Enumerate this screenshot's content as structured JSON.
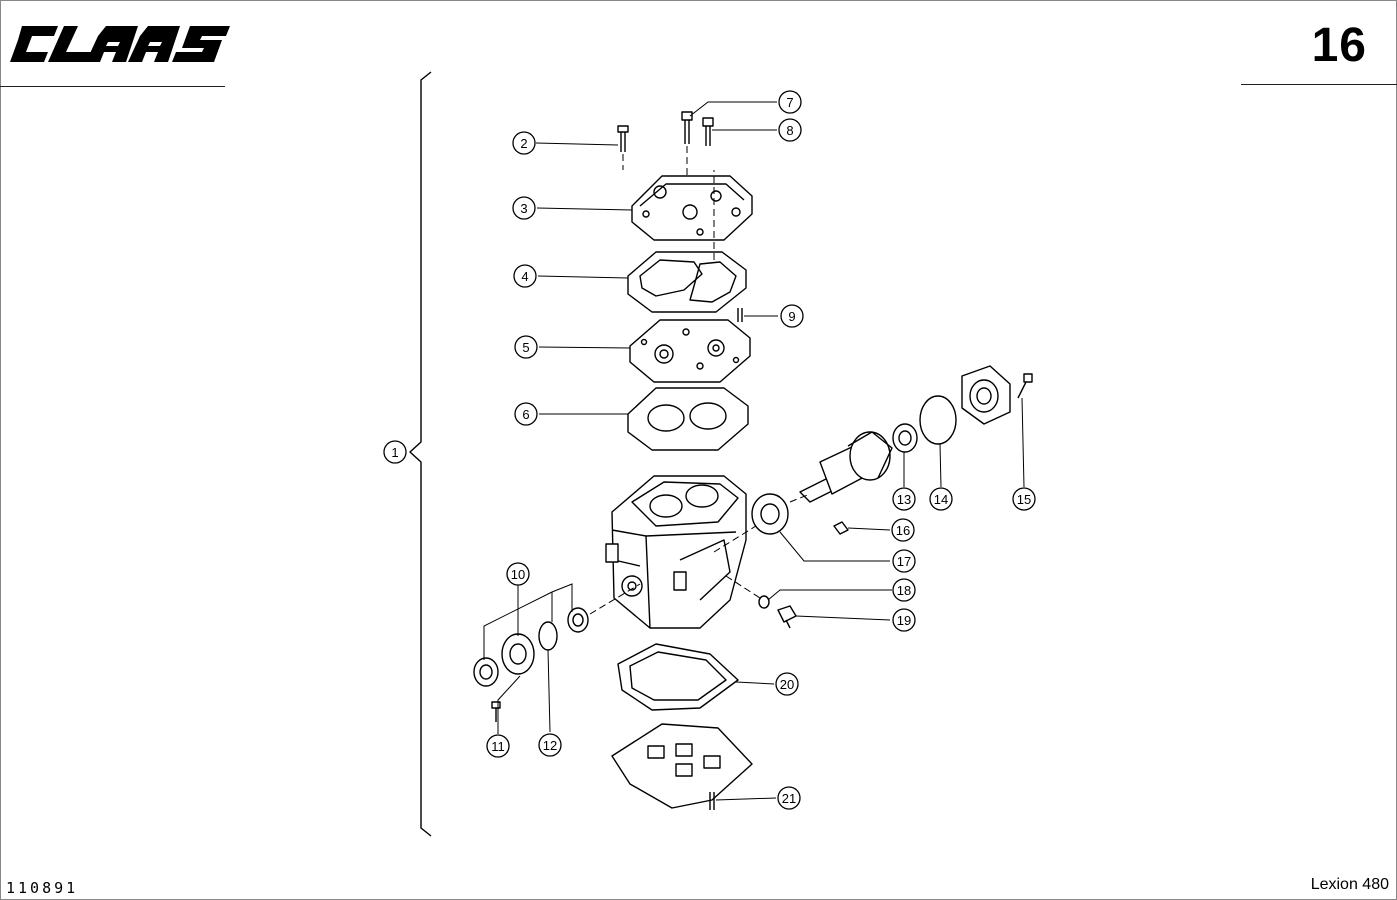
{
  "header": {
    "brand": "CLAAS",
    "page_number": "16"
  },
  "footer": {
    "doc_number": "110891",
    "model": "Lexion 480"
  },
  "callouts": [
    "1",
    "2",
    "3",
    "4",
    "5",
    "6",
    "7",
    "8",
    "9",
    "10",
    "11",
    "12",
    "13",
    "14",
    "15",
    "16",
    "17",
    "18",
    "19",
    "20",
    "21"
  ],
  "icons": {
    "logo": "claas-logo"
  }
}
